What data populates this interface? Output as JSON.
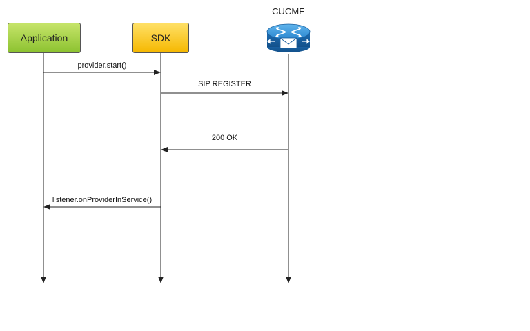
{
  "participants": {
    "application": "Application",
    "sdk": "SDK",
    "cucme": "CUCME"
  },
  "messages": [
    {
      "from": "application",
      "to": "sdk",
      "label": "provider.start()"
    },
    {
      "from": "sdk",
      "to": "cucme",
      "label": "SIP REGISTER"
    },
    {
      "from": "cucme",
      "to": "sdk",
      "label": "200 OK"
    },
    {
      "from": "sdk",
      "to": "application",
      "label": "listener.onProviderInService()"
    }
  ],
  "colors": {
    "application_fill_top": "#c6e46a",
    "application_fill_bottom": "#8cc230",
    "sdk_fill_top": "#ffe066",
    "sdk_fill_bottom": "#f5b800",
    "router_body": "#1f78c4",
    "lines": "#222222"
  },
  "icons": {
    "cucme": "router-icon"
  }
}
